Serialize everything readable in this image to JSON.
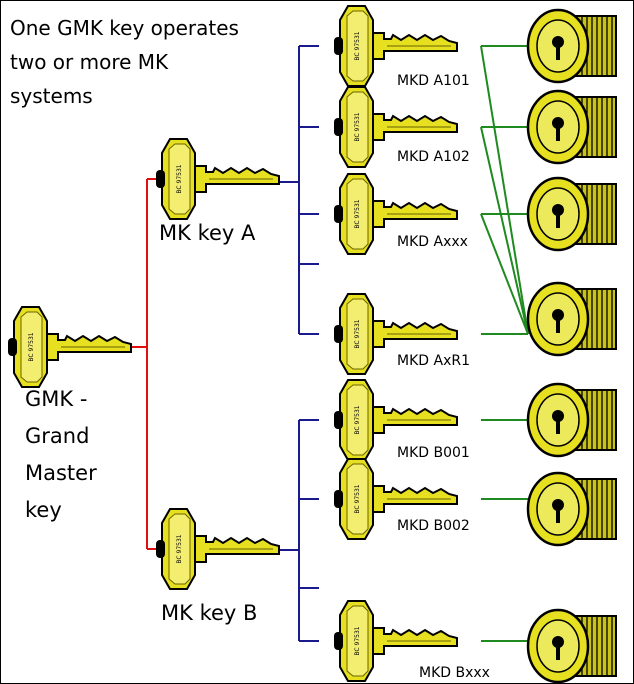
{
  "intro": {
    "line1": "One GMK key operates",
    "line2": "two or more MK",
    "line3": "systems"
  },
  "gmk": {
    "line1": "GMK -",
    "line2": "Grand",
    "line3": "Master",
    "line4": "key"
  },
  "mk_a": "MK key A",
  "mk_b": "MK key B",
  "key_stamp": "BC 97531",
  "mkd": [
    "MKD A101",
    "MKD A102",
    "MKD Axxx",
    "MKD AxR1",
    "MKD B001",
    "MKD B002",
    "MKD Bxxx"
  ],
  "colors": {
    "gmk_line": "#e01010",
    "mk_line": "#1a1a8c",
    "cylinder_line": "#1f8a1f",
    "key_body": "#e6e020",
    "key_outline": "#000000",
    "cylinder_body": "#d4cf18"
  }
}
